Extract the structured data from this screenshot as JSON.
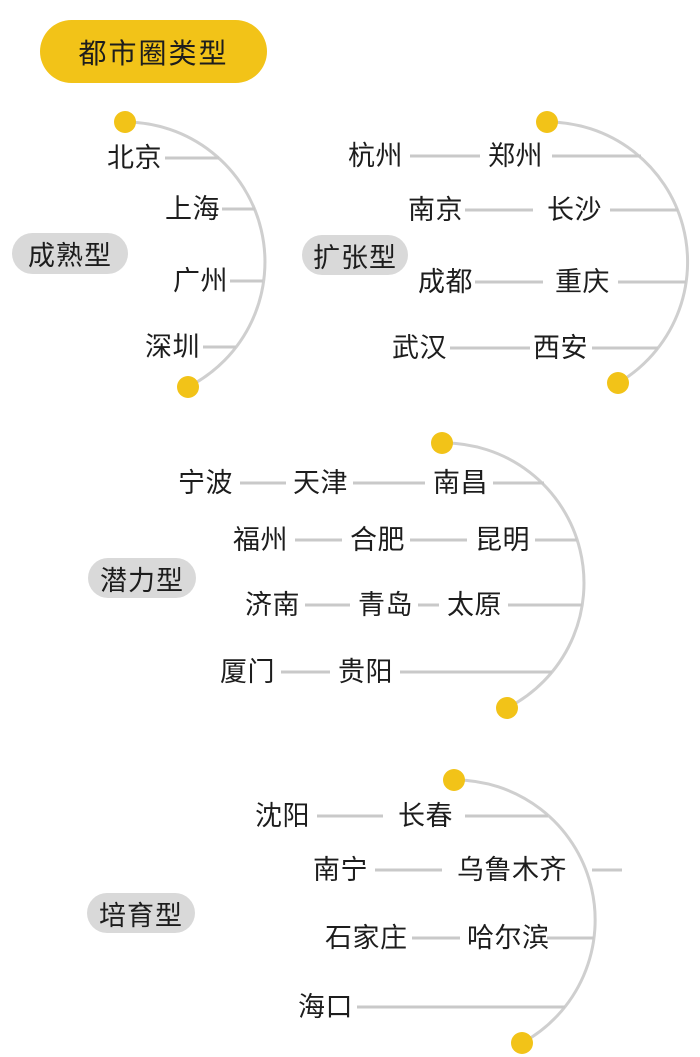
{
  "title": "都市圈类型",
  "colors": {
    "accent_yellow": "#F2C318",
    "category_pill_bg": "#D9D9D9",
    "connector_line": "#C9C9C9",
    "arc_line": "#CFCFCF",
    "text": "#1D1D1D",
    "background": "#FFFFFF"
  },
  "groups": [
    {
      "label": "成熟型",
      "rows": [
        [
          "北京"
        ],
        [
          "上海"
        ],
        [
          "广州"
        ],
        [
          "深圳"
        ]
      ]
    },
    {
      "label": "扩张型",
      "rows": [
        [
          "杭州",
          "郑州"
        ],
        [
          "南京",
          "长沙"
        ],
        [
          "成都",
          "重庆"
        ],
        [
          "武汉",
          "西安"
        ]
      ]
    },
    {
      "label": "潜力型",
      "rows": [
        [
          "宁波",
          "天津",
          "南昌"
        ],
        [
          "福州",
          "合肥",
          "昆明"
        ],
        [
          "济南",
          "青岛",
          "太原"
        ],
        [
          "厦门",
          "贵阳"
        ]
      ]
    },
    {
      "label": "培育型",
      "rows": [
        [
          "沈阳",
          "长春"
        ],
        [
          "南宁",
          "乌鲁木齐"
        ],
        [
          "石家庄",
          "哈尔滨"
        ],
        [
          "海口"
        ]
      ]
    }
  ]
}
